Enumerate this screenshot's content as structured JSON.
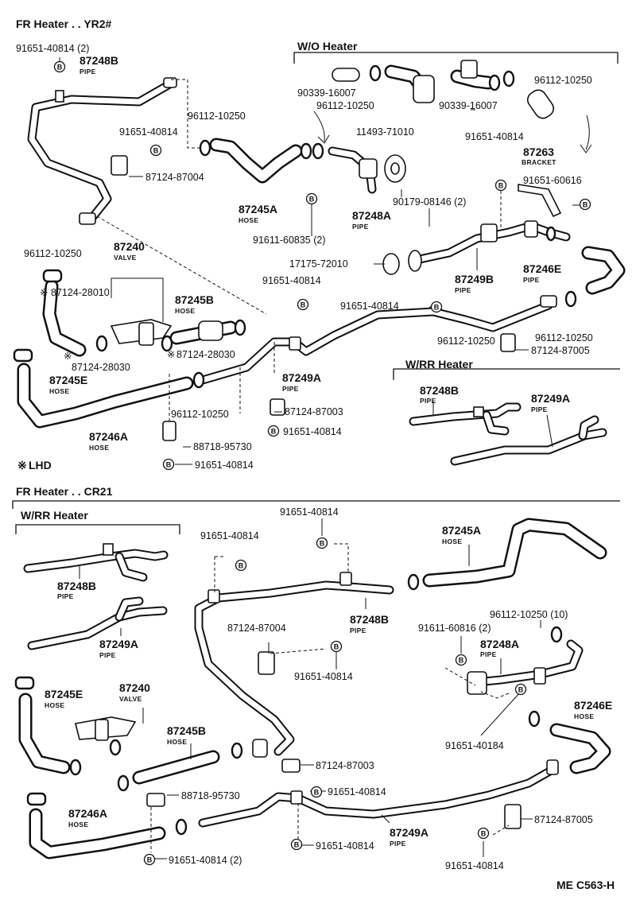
{
  "sections": {
    "upper_title": "FR Heater . . YR2#",
    "wo_heater": "W/O Heater",
    "wrr_heater_upper": "W/RR Heater",
    "lhd_note": "LHD",
    "lower_title": "FR Heater . . CR21",
    "wrr_heater_lower": "W/RR Heater",
    "ref_code": "ME C563-H"
  },
  "markers": {
    "b": "B",
    "star": "※"
  },
  "upper": {
    "p01": "91651-40814 (2)",
    "n_87248b": "87248B",
    "s_87248b": "PIPE",
    "p02": "96112-10250",
    "p03": "91651-40814",
    "p04": "87124-87004",
    "n_87245a": "87245A",
    "s_87245a": "HOSE",
    "p05": "90339-16007",
    "p06": "96112-10250",
    "p07": "90339-16007",
    "p08": "96112-10250",
    "p09": "11493-71010",
    "p10": "91651-40814",
    "n_87263": "87263",
    "s_87263": "BRACKET",
    "p11": "91651-60616",
    "n_87248a": "87248A",
    "s_87248a": "PIPE",
    "p12": "90179-08146 (2)",
    "p13": "91611-60835 (2)",
    "p14": "17175-72010",
    "n_87249b": "87249B",
    "s_87249b": "PIPE",
    "n_87246e": "87246E",
    "s_87246e": "PIPE",
    "p15": "96112-10250",
    "n_87240": "87240",
    "s_87240": "VALVE",
    "p16": "87124-28010",
    "n_87245b": "87245B",
    "s_87245b": "HOSE",
    "p17": "91651-40814",
    "p18": "91651-40814",
    "p19": "96112-10250",
    "p20": "87124-87005",
    "p21": "87124-28030",
    "p22": "87124-28030",
    "n_87245e": "87245E",
    "s_87245e": "HOSE",
    "n_87249a": "87249A",
    "s_87249a": "PIPE",
    "p23": "96112-10250",
    "p24": "87124-87003",
    "p25": "91651-40814",
    "n_87246a": "87246A",
    "s_87246a": "HOSE",
    "p26": "88718-95730",
    "p27": "91651-40814",
    "p28": "96112-10250",
    "rr_n_87248b": "87248B",
    "rr_s_87248b": "PIPE",
    "rr_n_87249a": "87249A",
    "rr_s_87249a": "PIPE"
  },
  "lower": {
    "p01": "91651-40814",
    "p02": "91651-40814",
    "n_87245a": "87245A",
    "s_87245a": "HOSE",
    "n_87248b": "87248B",
    "s_87248b": "PIPE",
    "p03": "96112-10250 (10)",
    "p04": "87124-87004",
    "p05": "91611-60816 (2)",
    "n_87248a": "87248A",
    "s_87248a": "PIPE",
    "p06": "91651-40814",
    "p07": "91651-40184",
    "n_87246e": "87246E",
    "s_87246e": "HOSE",
    "rr_n_87248b": "87248B",
    "rr_s_87248b": "PIPE",
    "rr_n_87249a": "87249A",
    "rr_s_87249a": "PIPE",
    "n_87245e": "87245E",
    "s_87245e": "HOSE",
    "n_87240": "87240",
    "s_87240": "VALVE",
    "n_87245b": "87245B",
    "s_87245b": "HOSE",
    "p08": "87124-87003",
    "p09": "91651-40814",
    "p10": "88718-95730",
    "n_87246a": "87246A",
    "s_87246a": "HOSE",
    "n_87249a": "87249A",
    "s_87249a": "PIPE",
    "p11": "87124-87005",
    "p12": "91651-40814",
    "p13": "91651-40814 (2)",
    "p14": "91651-40814"
  }
}
